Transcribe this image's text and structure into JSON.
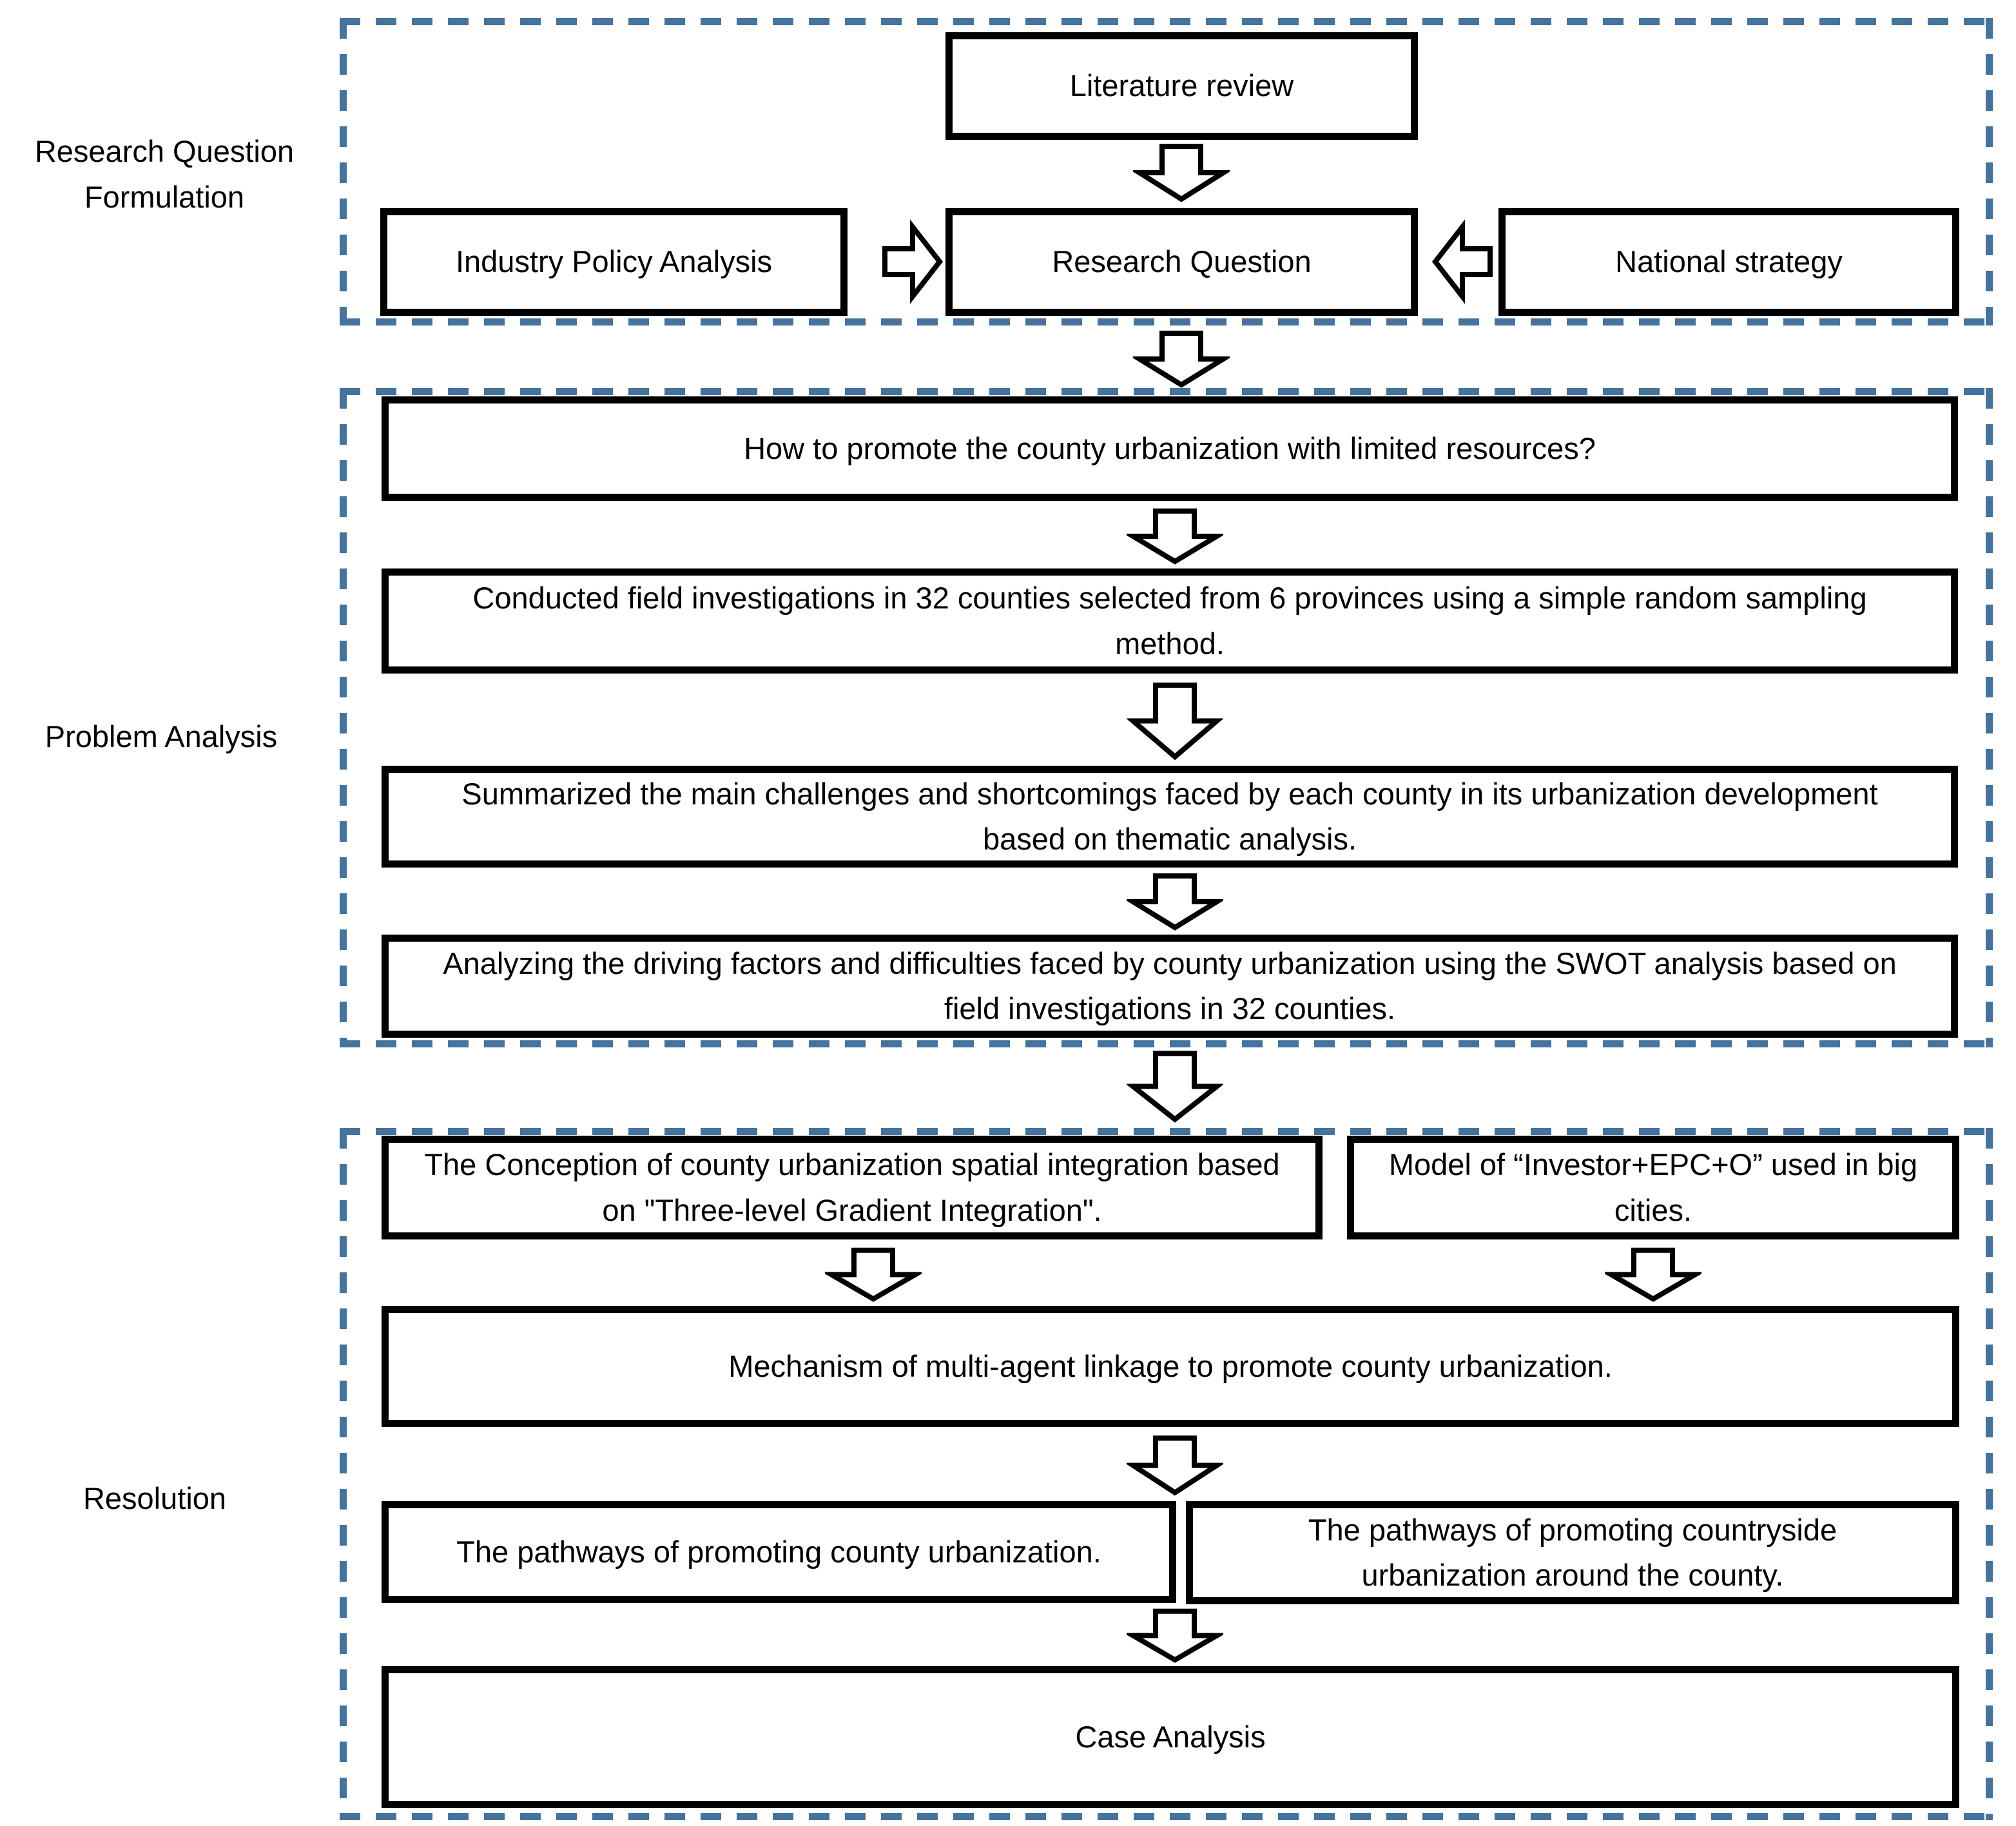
{
  "colors": {
    "dash_border": "#44739E",
    "box_border": "#000000",
    "background": "#FFFFFF",
    "text": "#000000"
  },
  "labels": {
    "section1": "Research Question Formulation",
    "section2": "Problem Analysis",
    "section3": "Resolution"
  },
  "nodes": {
    "literature_review": "Literature review",
    "industry_policy": "Industry Policy Analysis",
    "research_question": "Research Question",
    "national_strategy": "National strategy",
    "how_to_promote": "How to promote the county urbanization with limited resources?",
    "field_investigations": "Conducted field investigations in 32 counties selected from 6 provinces using a simple random sampling method.",
    "summarized_challenges": "Summarized the main challenges and shortcomings faced by each county in its urbanization development based on  thematic analysis.",
    "swot_analysis": "Analyzing the driving factors and difficulties faced by county urbanization using  the SWOT analysis based on field investigations in 32 counties.",
    "conception": "The Conception of county urbanization spatial integration based on \"Three-level Gradient Integration\".",
    "investor_model": "Model of “Investor+EPC+O” used in big cities.",
    "mechanism": "Mechanism of multi-agent linkage to promote county urbanization.",
    "pathways_county": "The pathways of promoting county urbanization.",
    "pathways_countryside": "The pathways of promoting countryside urbanization around the county.",
    "case_analysis": "Case Analysis"
  }
}
